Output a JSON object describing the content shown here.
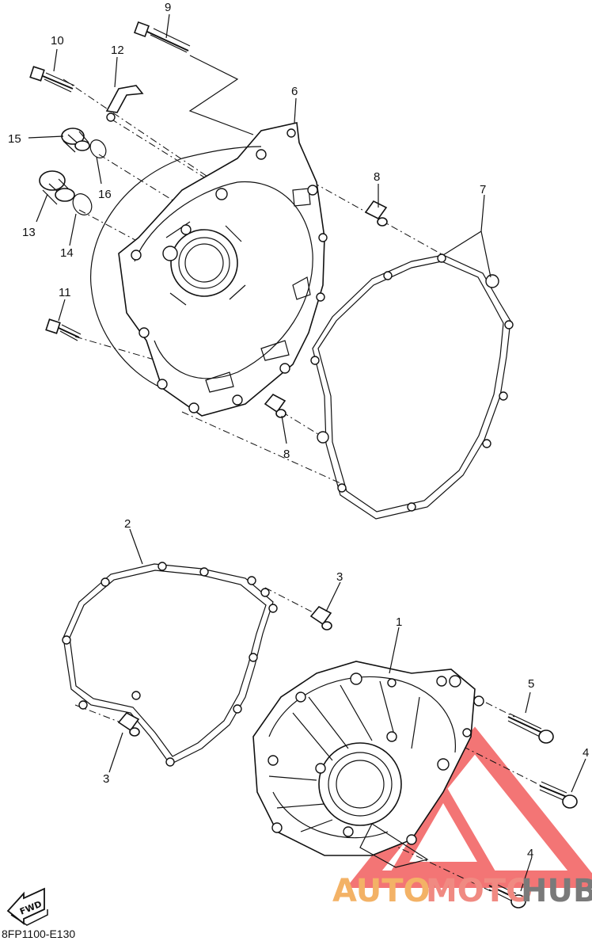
{
  "diagram": {
    "part_labels": {
      "p1": "1",
      "p2": "2",
      "p3a": "3",
      "p3b": "3",
      "p4a": "4",
      "p4b": "4",
      "p5": "5",
      "p6": "6",
      "p7": "7",
      "p8a": "8",
      "p8b": "8",
      "p9": "9",
      "p10": "10",
      "p11": "11",
      "p12": "12",
      "p13": "13",
      "p14": "14",
      "p15": "15",
      "p16": "16"
    },
    "diagram_code": "8FP1100-E130",
    "fwd_label": "FWD"
  },
  "watermark": {
    "part1": "AUTO",
    "part2": "MOTO",
    "part3": "HUB",
    "colors": {
      "auto": "#f3b266",
      "moto": "#f08a82",
      "hub": "#7a7a7a",
      "logo": "#f04848"
    }
  }
}
